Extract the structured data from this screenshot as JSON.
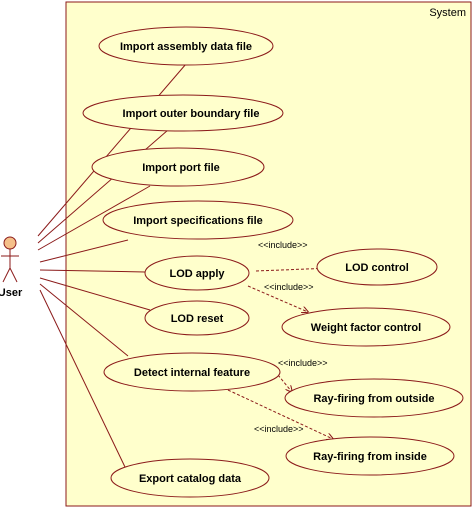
{
  "colors": {
    "system_fill": "#ffffcc",
    "line": "#8b1a1a",
    "actor_fill": "#f5c08a"
  },
  "system": {
    "label": "System"
  },
  "actor": {
    "label": "User"
  },
  "use_cases": [
    {
      "id": "import-assembly",
      "label": "Import assembly data file"
    },
    {
      "id": "import-outer-boundary",
      "label": "Import outer boundary file"
    },
    {
      "id": "import-port",
      "label": "Import port file"
    },
    {
      "id": "import-specifications",
      "label": "Import specifications file"
    },
    {
      "id": "lod-apply",
      "label": "LOD apply"
    },
    {
      "id": "lod-reset",
      "label": "LOD reset"
    },
    {
      "id": "detect-internal",
      "label": "Detect internal feature"
    },
    {
      "id": "export-catalog",
      "label": "Export catalog data"
    },
    {
      "id": "lod-control",
      "label": "LOD control"
    },
    {
      "id": "weight-factor",
      "label": "Weight factor control"
    },
    {
      "id": "ray-outside",
      "label": "Ray-firing from outside"
    },
    {
      "id": "ray-inside",
      "label": "Ray-firing from inside"
    }
  ],
  "include_labels": [
    {
      "id": "inc-lod-control",
      "text": "<<include>>"
    },
    {
      "id": "inc-weight",
      "text": "<<include>>"
    },
    {
      "id": "inc-ray-outside",
      "text": "<<include>>"
    },
    {
      "id": "inc-ray-inside",
      "text": "<<include>>"
    }
  ]
}
